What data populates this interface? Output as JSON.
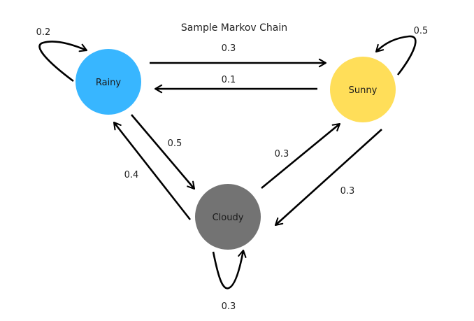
{
  "title": "Sample Markov Chain",
  "nodes": [
    {
      "id": "rainy",
      "label": "Rainy",
      "color": "#38b6ff"
    },
    {
      "id": "sunny",
      "label": "Sunny",
      "color": "#ffde59"
    },
    {
      "id": "cloudy",
      "label": "Cloudy",
      "color": "#737373"
    }
  ],
  "edges": [
    {
      "from": "rainy",
      "to": "rainy",
      "probability": "0.2"
    },
    {
      "from": "rainy",
      "to": "sunny",
      "probability": "0.3"
    },
    {
      "from": "sunny",
      "to": "rainy",
      "probability": "0.1"
    },
    {
      "from": "sunny",
      "to": "sunny",
      "probability": "0.5"
    },
    {
      "from": "rainy",
      "to": "cloudy",
      "probability": "0.5"
    },
    {
      "from": "cloudy",
      "to": "rainy",
      "probability": "0.4"
    },
    {
      "from": "cloudy",
      "to": "sunny",
      "probability": "0.3"
    },
    {
      "from": "sunny",
      "to": "cloudy",
      "probability": "0.3"
    },
    {
      "from": "cloudy",
      "to": "cloudy",
      "probability": "0.3"
    }
  ]
}
